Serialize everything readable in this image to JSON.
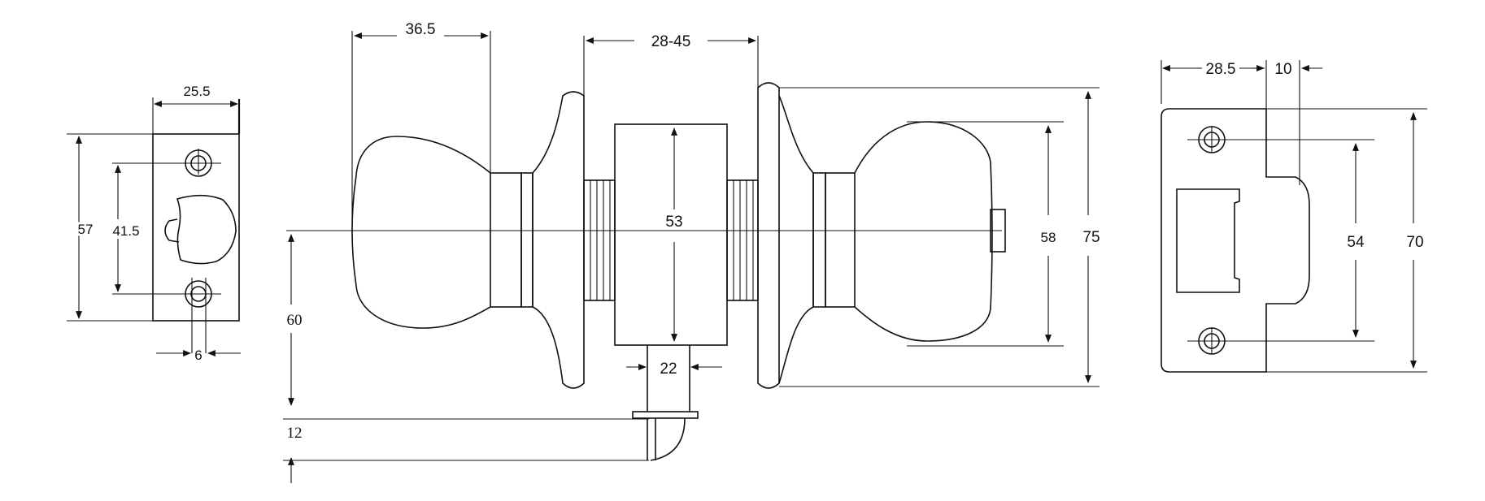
{
  "dimensions": {
    "latch_width": "25.5",
    "latch_height": "57",
    "latch_hole_spacing": "41.5",
    "latch_hole_offset": "6",
    "knob_length": "36.5",
    "door_thickness": "28-45",
    "chassis_height": "53",
    "backset": "60",
    "spindle_width": "22",
    "bolt_offset": "12",
    "knob_diameter": "58",
    "rose_diameter": "75",
    "strike_width": "28.5",
    "strike_lip": "10",
    "strike_hole_spacing": "54",
    "strike_height": "70"
  }
}
